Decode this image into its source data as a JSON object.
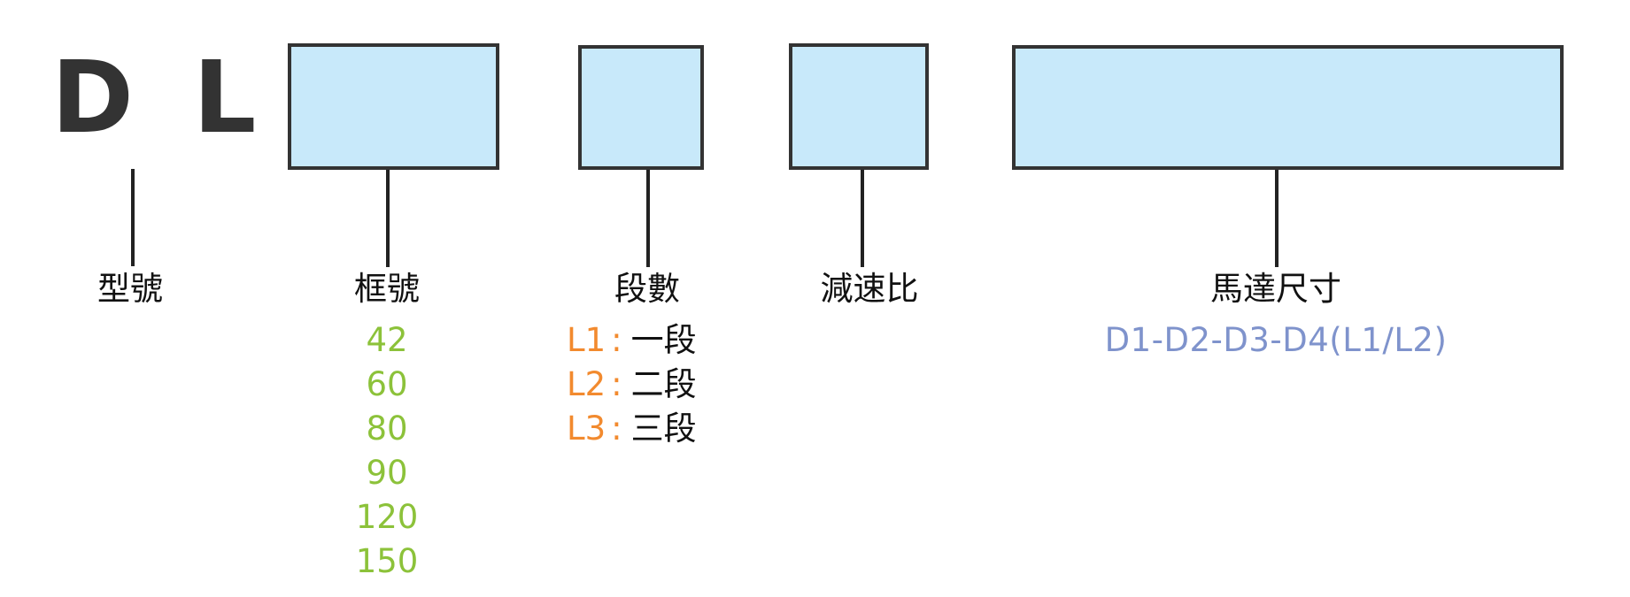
{
  "code": {
    "letter1": "D",
    "letter2": "L"
  },
  "labels": {
    "model": "型號",
    "frame": "框號",
    "stages": "段數",
    "ratio": "減速比",
    "motor": "馬達尺寸"
  },
  "frame_options": [
    "42",
    "60",
    "80",
    "90",
    "120",
    "150"
  ],
  "stage_options": [
    {
      "key": "L1",
      "sep": ":",
      "value": "一段"
    },
    {
      "key": "L2",
      "sep": ":",
      "value": "二段"
    },
    {
      "key": "L3",
      "sep": ":",
      "value": "三段"
    }
  ],
  "motor_format": "D1-D2-D3-D4(L1/L2)",
  "colors": {
    "box_fill": "#c8e9fa",
    "frame_options": "#8cc23a",
    "stage_keys": "#f28a2e",
    "motor_format": "#7f93cc"
  }
}
